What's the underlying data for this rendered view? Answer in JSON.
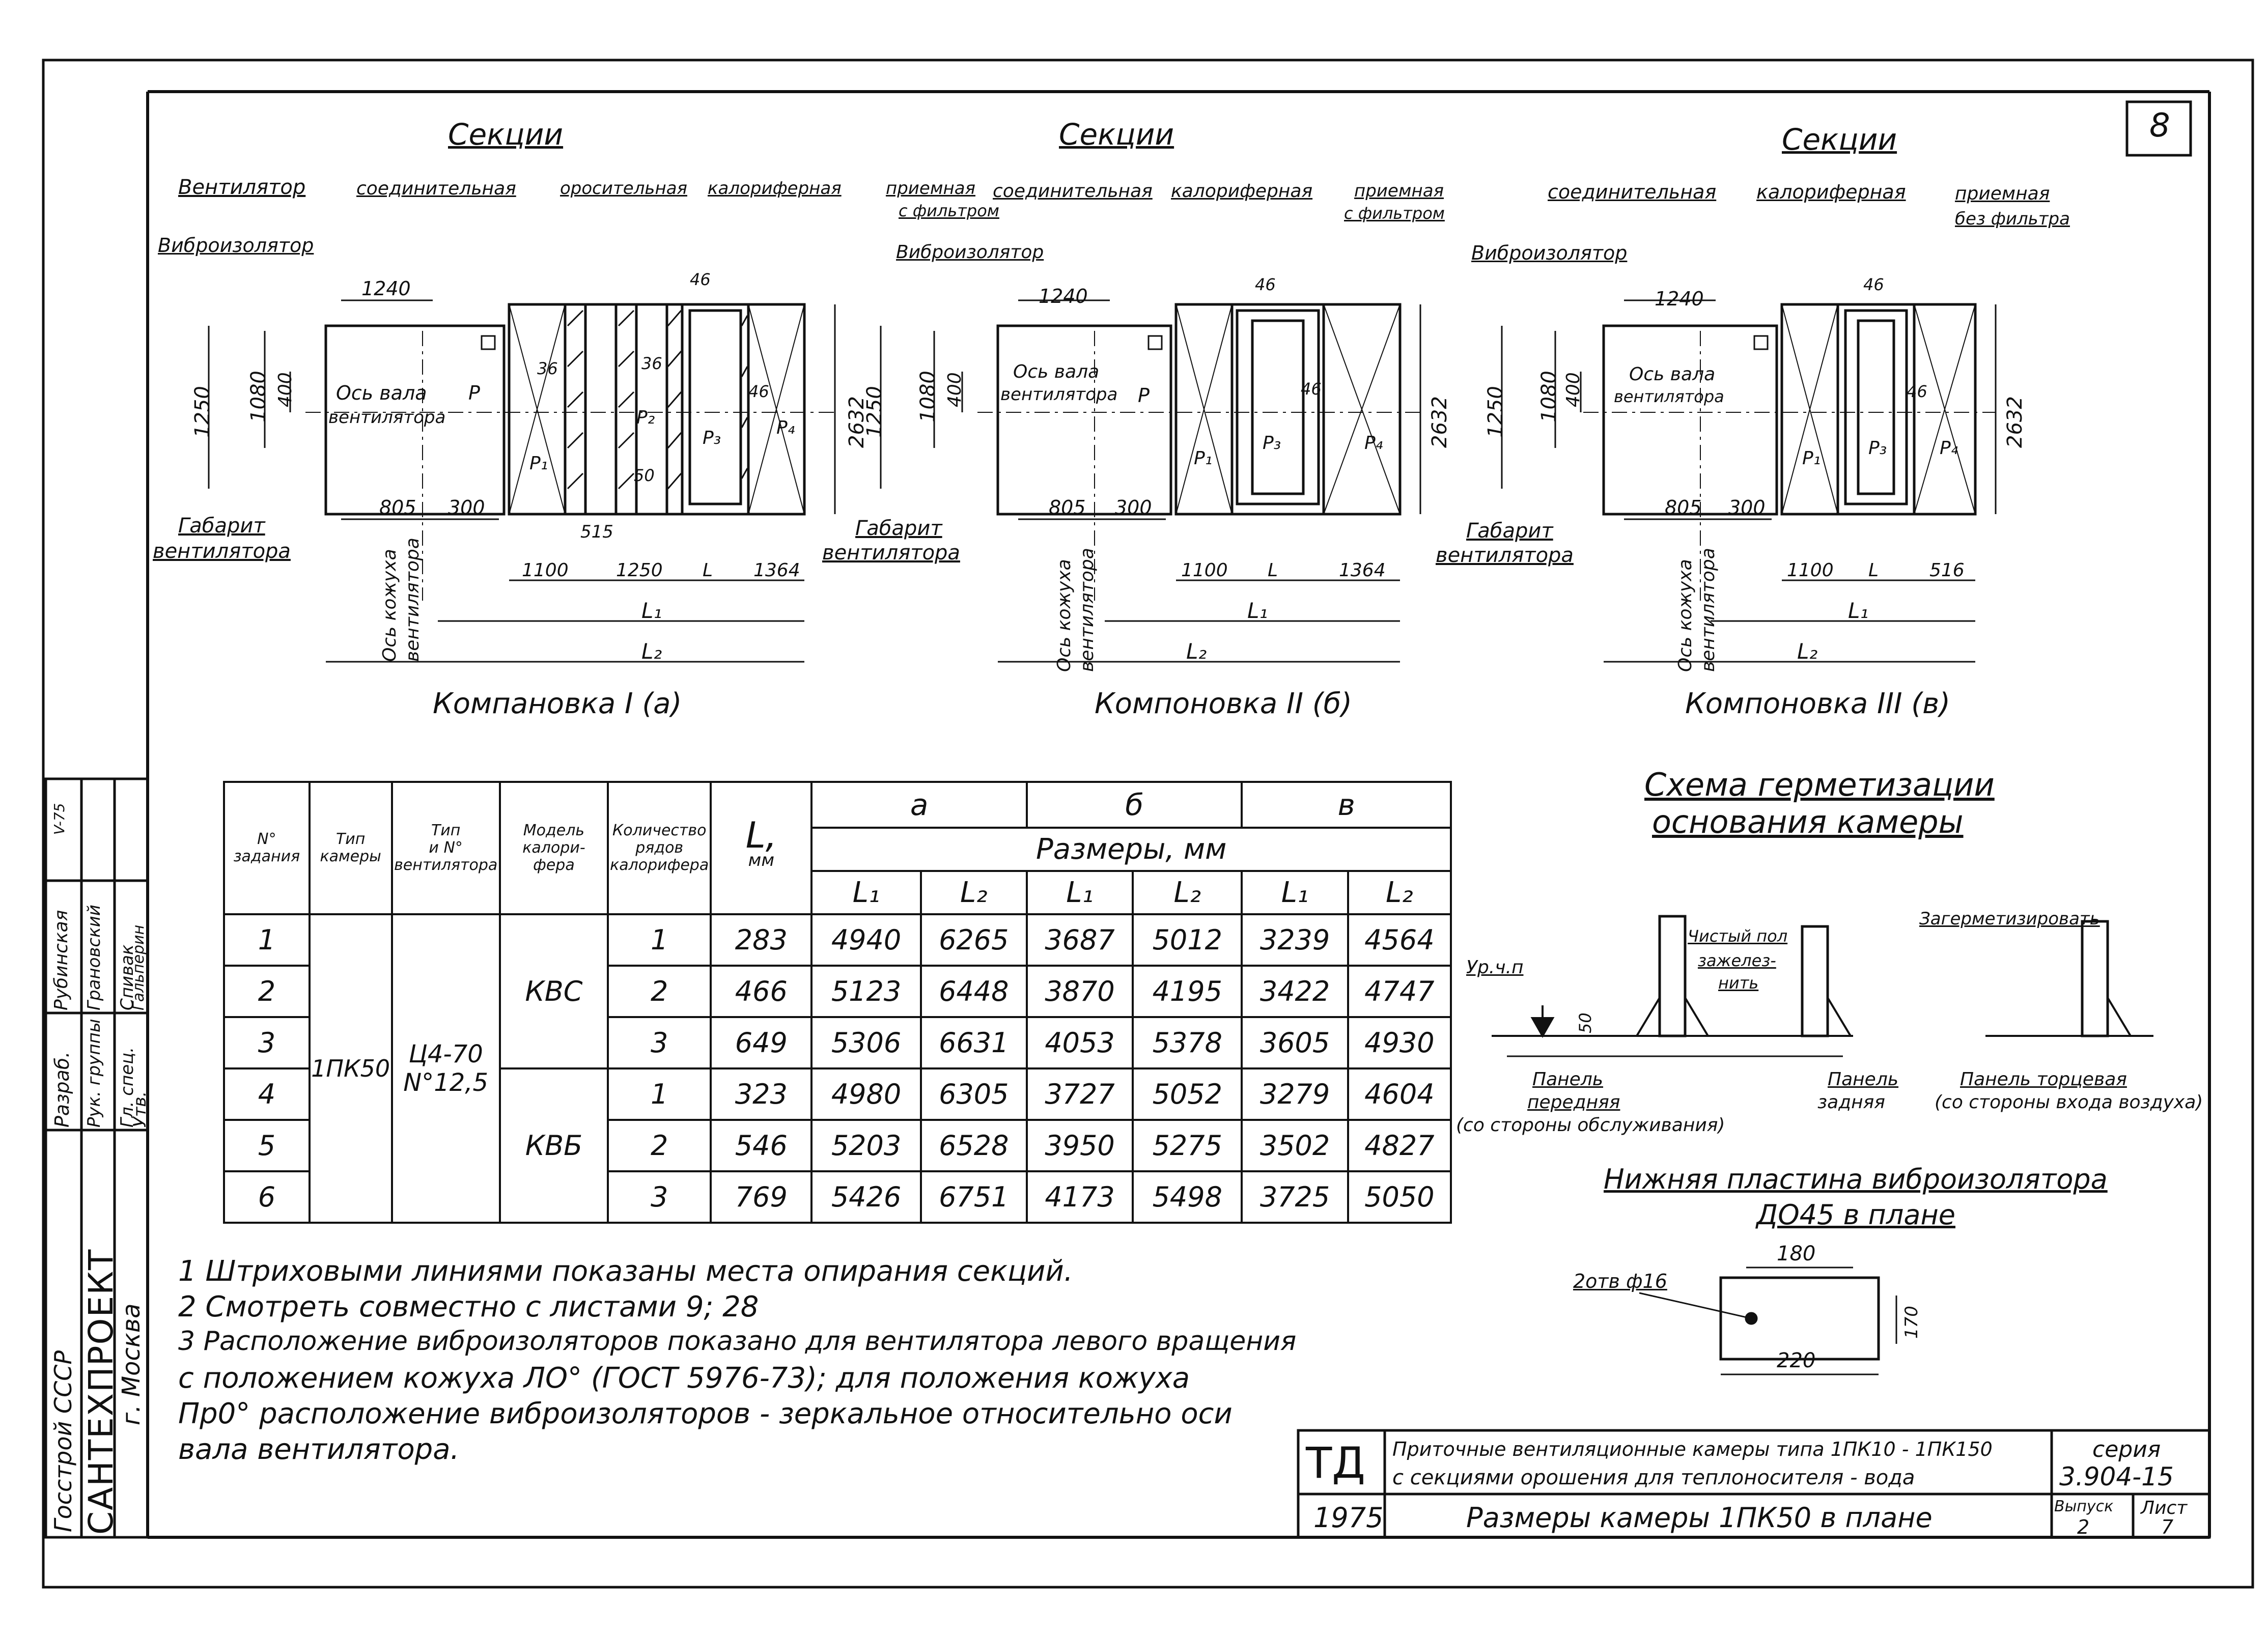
{
  "sheet": {
    "number": "8"
  },
  "layouts": [
    {
      "sections_title": "Секции",
      "labels": {
        "ventilator": "Вентилятор",
        "connecting": "соединительная",
        "spray": "оросительная",
        "heater": "калориферная",
        "intake": "приемная",
        "filter": "с фильтром",
        "isolator": "Виброизолятор",
        "axis1": "Ось вала",
        "axis2": "вентилятора",
        "p": "P",
        "size1": "Габарит",
        "size2": "вентилятора",
        "casing1": "Ось кожуха",
        "casing2": "вентилятора"
      },
      "dims": {
        "d1240": "1240",
        "d1250": "1250",
        "d1080": "1080",
        "d400": "400",
        "d805": "805",
        "d300": "300",
        "d36a": "36",
        "d36b": "36",
        "d46a": "46",
        "d46b": "46",
        "d50": "50",
        "d515": "515",
        "d2632": "2632",
        "d1100": "1100",
        "d1250b": "1250",
        "dl": "L",
        "d1364": "1364",
        "l1": "L₁",
        "l2": "L₂",
        "p1": "P₁",
        "p2": "P₂",
        "p3": "P₃",
        "p4": "P₄"
      },
      "caption": "Компановка  I (а)"
    },
    {
      "sections_title": "Секции",
      "labels": {
        "connecting": "соединительная",
        "heater": "калориферная",
        "intake": "приемная",
        "filter": "с фильтром",
        "isolator": "Виброизолятор",
        "axis1": "Ось вала",
        "axis2": "вентилятора",
        "p": "P",
        "size1": "Габарит",
        "size2": "вентилятора",
        "casing1": "Ось кожуха",
        "casing2": "вентилятора"
      },
      "dims": {
        "d1240": "1240",
        "d1250": "1250",
        "d1080": "1080",
        "d400": "400",
        "d805": "805",
        "d300": "300",
        "d46a": "46",
        "d46b": "46",
        "d2632": "2632",
        "d1100": "1100",
        "dl": "L",
        "d1364": "1364",
        "l1": "L₁",
        "l2": "L₂",
        "p1": "P₁",
        "p3": "P₃",
        "p4": "P₄"
      },
      "caption": "Компоновка  II (б)"
    },
    {
      "sections_title": "Секции",
      "labels": {
        "connecting": "соединительная",
        "heater": "калориферная",
        "intake": "приемная",
        "filter": "без фильтра",
        "isolator": "Виброизолятор",
        "axis1": "Ось вала",
        "axis2": "вентилятора",
        "size1": "Габарит",
        "size2": "вентилятора",
        "casing1": "Ось кожуха",
        "casing2": "вентилятора"
      },
      "dims": {
        "d1240": "1240",
        "d1250": "1250",
        "d1080": "1080",
        "d400": "400",
        "d805": "805",
        "d300": "300",
        "d46a": "46",
        "d46b": "46",
        "d2632": "2632",
        "d1100": "1100",
        "dl": "L",
        "d516": "516",
        "l1": "L₁",
        "l2": "L₂",
        "p1": "P₁",
        "p3": "P₃",
        "p4": "P₄"
      },
      "caption": "Компоновка  III (в)"
    }
  ],
  "table": {
    "headers": {
      "task": [
        "N°",
        "задания"
      ],
      "camera": [
        "Тип",
        "камеры"
      ],
      "fan": [
        "Тип",
        "и N°",
        "вентилятора"
      ],
      "heater": [
        "Модель",
        "калори-",
        "фера"
      ],
      "rows_count": [
        "Количество",
        "рядов",
        "калорифера"
      ],
      "l": "L,",
      "l_unit": "мм",
      "groups": [
        "а",
        "б",
        "в"
      ],
      "sizes": "Размеры,  мм",
      "l1": "L₁",
      "l2": "L₂"
    },
    "camera_type": "1ПК50",
    "fan_type": [
      "Ц4-70",
      "N°12,5"
    ],
    "heater_models": [
      "КВС",
      "КВБ"
    ],
    "rows": [
      {
        "n": "1",
        "rows": "1",
        "l": "283",
        "a_l1": "4940",
        "a_l2": "6265",
        "b_l1": "3687",
        "b_l2": "5012",
        "v_l1": "3239",
        "v_l2": "4564"
      },
      {
        "n": "2",
        "rows": "2",
        "l": "466",
        "a_l1": "5123",
        "a_l2": "6448",
        "b_l1": "3870",
        "b_l2": "4195",
        "v_l1": "3422",
        "v_l2": "4747"
      },
      {
        "n": "3",
        "rows": "3",
        "l": "649",
        "a_l1": "5306",
        "a_l2": "6631",
        "b_l1": "4053",
        "b_l2": "5378",
        "v_l1": "3605",
        "v_l2": "4930"
      },
      {
        "n": "4",
        "rows": "1",
        "l": "323",
        "a_l1": "4980",
        "a_l2": "6305",
        "b_l1": "3727",
        "b_l2": "5052",
        "v_l1": "3279",
        "v_l2": "4604"
      },
      {
        "n": "5",
        "rows": "2",
        "l": "546",
        "a_l1": "5203",
        "a_l2": "6528",
        "b_l1": "3950",
        "b_l2": "5275",
        "v_l1": "3502",
        "v_l2": "4827"
      },
      {
        "n": "6",
        "rows": "3",
        "l": "769",
        "a_l1": "5426",
        "a_l2": "6751",
        "b_l1": "4173",
        "b_l2": "5498",
        "v_l1": "3725",
        "v_l2": "5050"
      }
    ]
  },
  "sealing": {
    "title1": "Схема герметизации",
    "title2": "основания камеры",
    "level": "Ур.ч.п",
    "d50": "50",
    "clean_floor": "Чистый пол",
    "concrete1": "зажелез-",
    "concrete2": "нить",
    "seal": "Загерметизировать",
    "front1": "Панель",
    "front2": "передняя",
    "front3": "(со стороны обслуживания)",
    "back1": "Панель",
    "back2": "задняя",
    "end1": "Панель торцевая",
    "end2": "(со стороны входа воздуха)"
  },
  "plate": {
    "title1": "Нижняя пластина виброизолятора",
    "title2": "ДО45  в плане",
    "hole": "2отв ф16",
    "d180": "180",
    "d170": "170",
    "d220": "220"
  },
  "notes": [
    "1  Штриховыми линиями показаны места опирания секций.",
    "2  Смотреть совместно с листами  9; 28",
    "3  Расположение виброизоляторов показано для вентилятора левого вращения",
    "с положением кожуха ЛО° (ГОСТ 5976-73);  для  положения  кожуха",
    "Пр0°  расположение виброизоляторов - зеркальное относительно оси",
    "вала  вентилятора."
  ],
  "titleblock": {
    "td": "ТД",
    "year": "1975",
    "desc1": "Приточные вентиляционные камеры типа 1ПК10 - 1ПК150",
    "desc2": "с секциями орошения для теплоносителя - вода",
    "sheet_title": "Размеры камеры 1ПК50 в плане",
    "series_label": "серия",
    "series": "3.904-15",
    "issue_label": "Выпуск",
    "issue": "2",
    "list_label": "Лист",
    "list": "7"
  },
  "side": {
    "org1": "Госстрой   СССР",
    "org2": "САНТЕХПРОЕКТ",
    "org3": "г. Москва",
    "roles": [
      "Разраб.",
      "Рук. группы",
      "Гл. спец.",
      "Утв."
    ],
    "names": [
      "Рубинская",
      "Грановский",
      "Спивак",
      "Гальперин"
    ],
    "date": "V-75"
  }
}
